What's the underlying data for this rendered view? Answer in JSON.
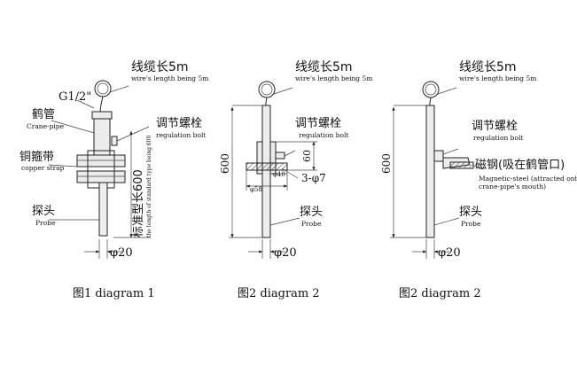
{
  "diagram1": {
    "cable_zh": "线缆长5m",
    "cable_en": "wire's length being 5m",
    "thread": "G1/2\"",
    "crane_pipe_zh": "鹤管",
    "crane_pipe_en": "Crane-pipe",
    "bolt_zh": "调节螺栓",
    "bolt_en": "regulation bolt",
    "strap_zh": "铜箍带",
    "strap_en": "copper strap",
    "probe_zh": "探头",
    "probe_en": "Probe",
    "length_zh": "标准型长600",
    "length_en": "the length of standard type being 600",
    "diameter": "φ20",
    "caption": "图1  diagram 1"
  },
  "diagram2": {
    "cable_zh": "线缆长5m",
    "cable_en": "wire's length being 5m",
    "bolt_zh": "调节螺栓",
    "bolt_en": "regulation bolt",
    "height": "600",
    "dim_60": "60",
    "dim_40": "φ40",
    "dim_58": "φ58",
    "holes": "3-φ7",
    "probe_zh": "探头",
    "probe_en": "Probe",
    "diameter": "φ20",
    "caption": "图2  diagram 2"
  },
  "diagram3": {
    "cable_zh": "线缆长5m",
    "cable_en": "wire's length being 5m",
    "bolt_zh": "调节螺栓",
    "bolt_en": "regulation bolt",
    "height": "600",
    "magnet_zh": "磁钢(吸在鹤管口)",
    "magnet_en_1": "Magnetic-steel (attracted onto",
    "magnet_en_2": "crane-pipe's mouth)",
    "probe_zh": "探头",
    "probe_en": "Probe",
    "diameter": "φ20",
    "caption": "图2  diagram 2"
  }
}
